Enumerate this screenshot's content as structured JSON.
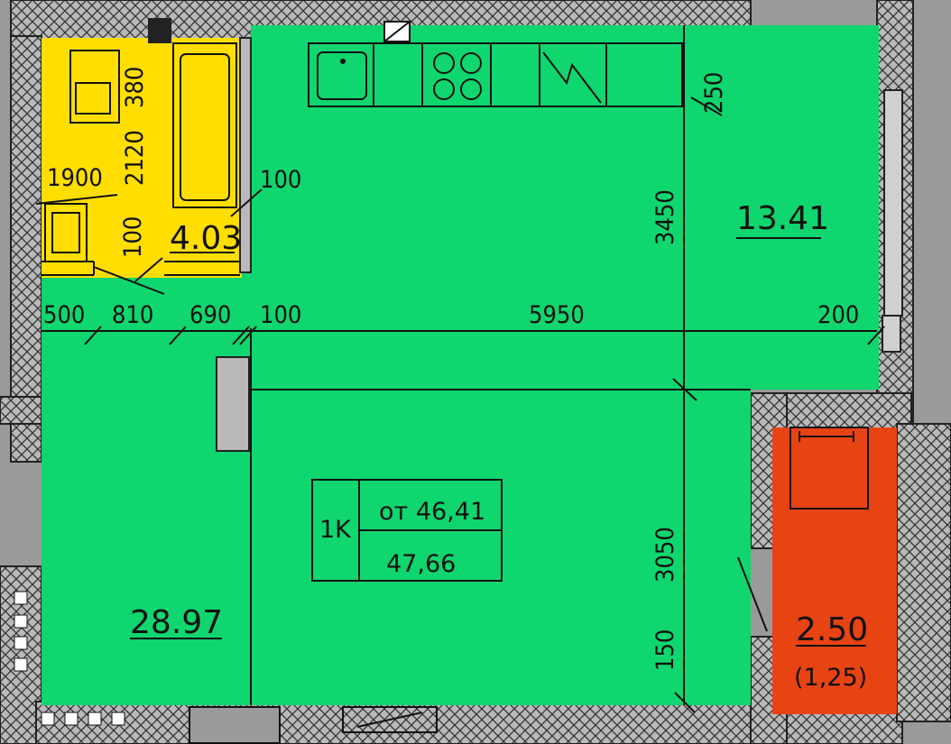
{
  "colors": {
    "living": "#0fd66e",
    "bathroom": "#ffde00",
    "balcony": "#e84313",
    "wall": "#b5b5b5",
    "outside": "#9a9a9a"
  },
  "rooms": {
    "kitchen_area": "13.41",
    "bathroom_area": "4.03",
    "living_area": "28.97",
    "balcony_area": "2.50",
    "balcony_reduced": "(1,25)"
  },
  "apartment": {
    "type": "1K",
    "area_from": "от 46,41",
    "total_area": "47,66"
  },
  "dimensions": {
    "d500": "500",
    "d810": "810",
    "d690": "690",
    "d100_row": "100",
    "d5950": "5950",
    "d200": "200",
    "d1900": "1900",
    "d2120": "2120",
    "d380": "380",
    "d100_top": "100",
    "d100_mid": "100",
    "d3450": "3450",
    "d250": "250",
    "d3050": "3050",
    "d150": "150"
  },
  "icons": {
    "sink": "sink-icon",
    "stove": "stove-icon",
    "bathtub": "bathtub-icon",
    "washbasin": "washbasin-icon"
  }
}
